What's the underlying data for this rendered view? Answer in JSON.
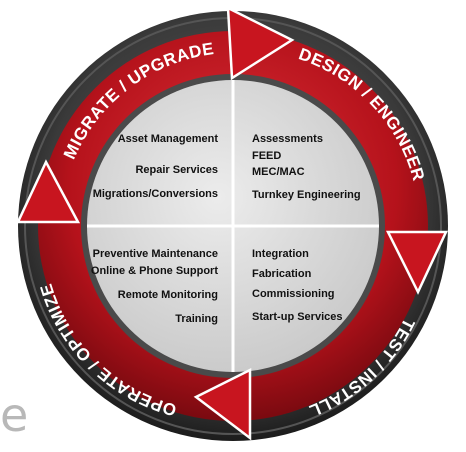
{
  "diagram": {
    "phases": [
      {
        "label": "MIGRATE / UPGRADE"
      },
      {
        "label": "DESIGN / ENGINEER"
      },
      {
        "label": "TEST / INSTALL"
      },
      {
        "label": "OPERATE / OPTIMIZE"
      }
    ],
    "quadrants": {
      "top_left": [
        "Asset Management",
        "Repair Services",
        "Migrations/Conversions"
      ],
      "top_right": [
        "Assessments",
        "FEED",
        "MEC/MAC",
        "Turnkey Engineering"
      ],
      "bottom_left": [
        "Preventive Maintenance",
        "Online & Phone Support",
        "Remote Monitoring",
        "Training"
      ],
      "bottom_right": [
        "Integration",
        "Fabrication",
        "Commissioning",
        "Start-up Services"
      ]
    },
    "stray_glyph": "e",
    "colors": {
      "ring": "#b5121b",
      "ring_dark": "#7a0a10",
      "outer_bezel": "#2f2f2f",
      "inner_panel": "#d7d7d7",
      "text_dark": "#111111",
      "ring_text": "#ffffff"
    }
  }
}
